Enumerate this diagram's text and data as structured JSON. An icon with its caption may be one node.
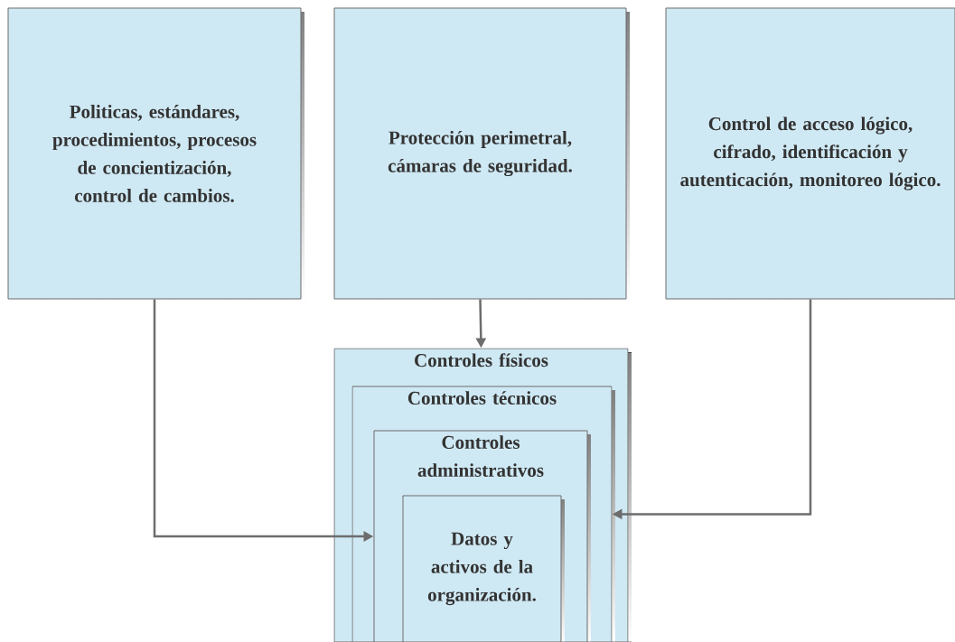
{
  "diagram": {
    "nodes": [
      {
        "text": [
          "Politicas, estándares, procedimientos, procesos de concientización, control de cambios."
        ]
      },
      {
        "text": [
          "Protección perimetral, cámaras de seguridad."
        ]
      },
      {
        "text": [
          "Control de acceso lógico, cifrado, identificación y autenticación, monitoreo lógico."
        ]
      },
      {
        "text": [
          "Controles físicos"
        ]
      },
      {
        "text": [
          "Controles técnicos"
        ],
        "in": 3
      },
      {
        "text": [
          "Controles administrativos"
        ],
        "in": 4
      },
      {
        "text": [
          "Datos y activos de la organización."
        ],
        "in": 5
      }
    ],
    "edges": [
      {
        "from": 0,
        "to": 5,
        "arrow": "to"
      },
      {
        "from": 1,
        "to": 3,
        "arrow": "to"
      },
      {
        "from": 2,
        "to": 4,
        "arrow": "to"
      }
    ]
  }
}
